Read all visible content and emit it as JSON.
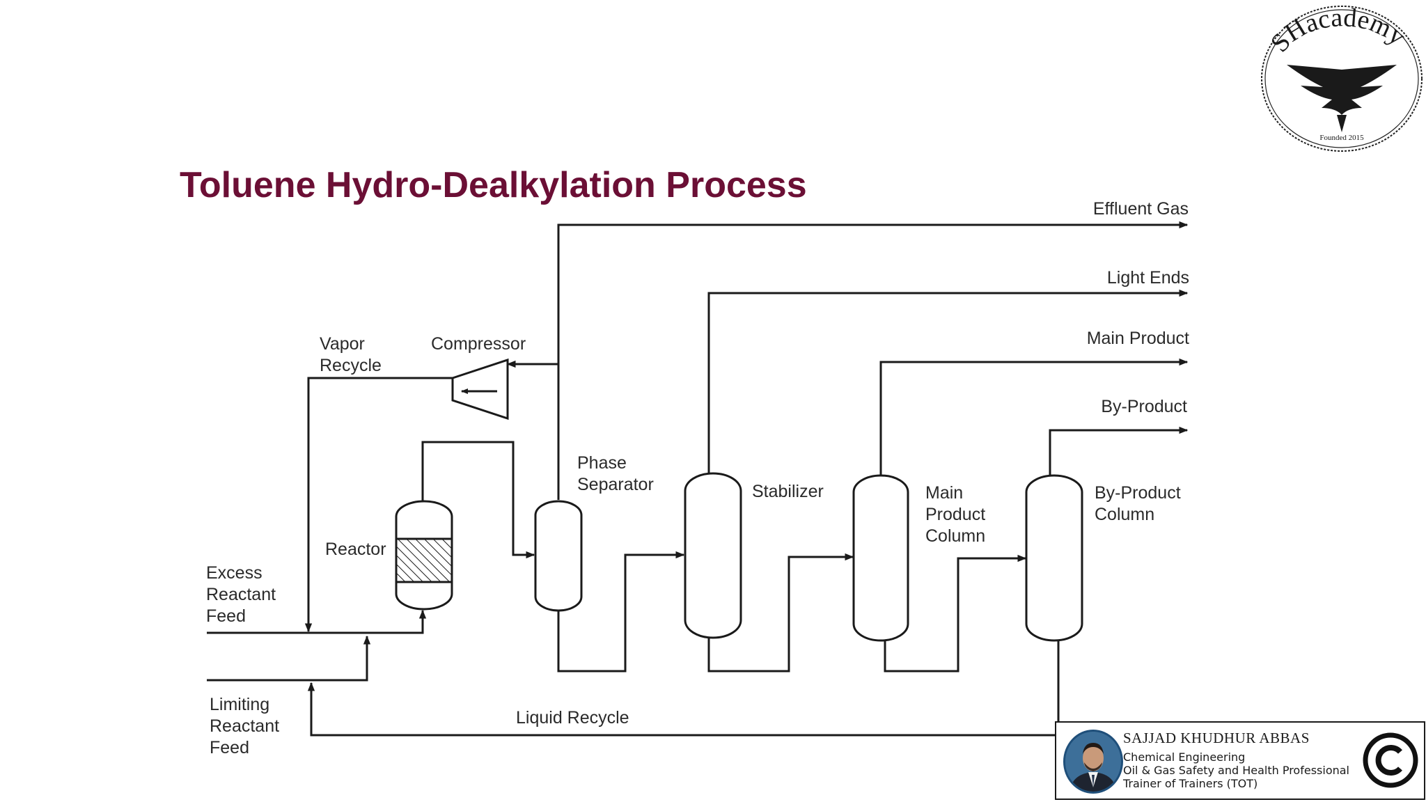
{
  "title": "Toluene Hydro-Dealkylation Process",
  "labels": {
    "effluent_gas": "Effluent Gas",
    "light_ends": "Light Ends",
    "main_product": "Main Product",
    "by_product": "By-Product",
    "vapor": "Vapor",
    "recycle": "Recycle",
    "compressor": "Compressor",
    "phase": "Phase",
    "separator": "Separator",
    "stabilizer": "Stabilizer",
    "main": "Main",
    "product": "Product",
    "column": "Column",
    "by_product_2": "By-Product",
    "column_2": "Column",
    "reactor": "Reactor",
    "excess": "Excess",
    "reactant": "Reactant",
    "feed": "Feed",
    "limiting": "Limiting",
    "reactant_2": "Reactant",
    "feed_2": "Feed",
    "liquid_recycle": "Liquid Recycle"
  },
  "logo": {
    "text": "SHacademy",
    "founded": "Founded 2015"
  },
  "signature": {
    "name": "SAJJAD KHUDHUR ABBAS",
    "line1": "Chemical Engineering",
    "line2": "Oil & Gas Safety and Health Professional",
    "line3": "Trainer of Trainers (TOT)"
  },
  "colors": {
    "title": "#6b0f35",
    "line": "#1a1a1a"
  }
}
